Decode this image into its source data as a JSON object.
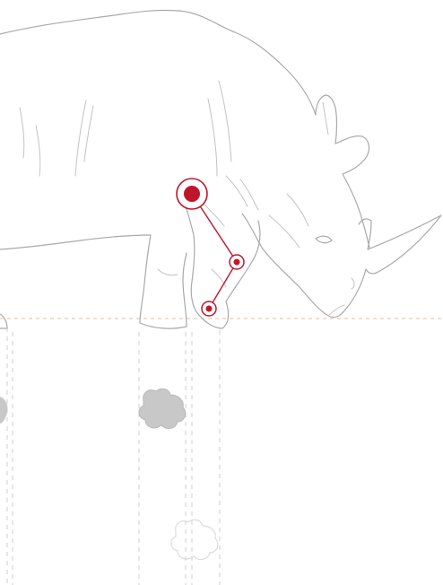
{
  "colors": {
    "outline": "#a9a9a9",
    "fold": "#c3c3c3",
    "joint": "#c0162b",
    "joint_ring": "#c0162b",
    "ground_line": "#e5ceb0",
    "guide_line": "#cfcfcf",
    "footprint_fill": "#c8c8c8",
    "footprint_ghost": "#dcdcdc",
    "background": "#ffffff"
  },
  "figure": {
    "subject": "rhino-illustration",
    "joints": [
      "elbow-joint",
      "wrist-joint",
      "fetlock-joint"
    ]
  }
}
